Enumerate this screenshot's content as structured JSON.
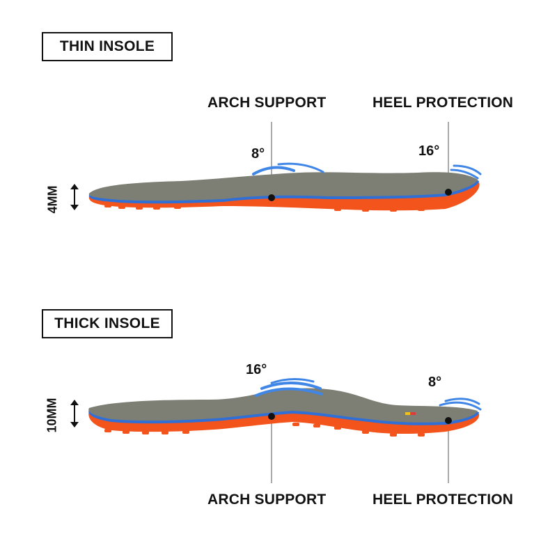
{
  "colors": {
    "sole_orange": "#f2541c",
    "layer_blue": "#2f6fd6",
    "top_gray": "#7d7f74",
    "accent_blue": "#3f86e6",
    "line": "#555555"
  },
  "panels": [
    {
      "title": "THIN INSOLE",
      "thickness": "4MM",
      "arch": {
        "label": "ARCH SUPPORT",
        "angle": "8°"
      },
      "heel": {
        "label": "HEEL PROTECTION",
        "angle": "16°"
      }
    },
    {
      "title": "THICK INSOLE",
      "thickness": "10MM",
      "arch": {
        "label": "ARCH SUPPORT",
        "angle": "16°"
      },
      "heel": {
        "label": "HEEL PROTECTION",
        "angle": "8°"
      }
    }
  ]
}
